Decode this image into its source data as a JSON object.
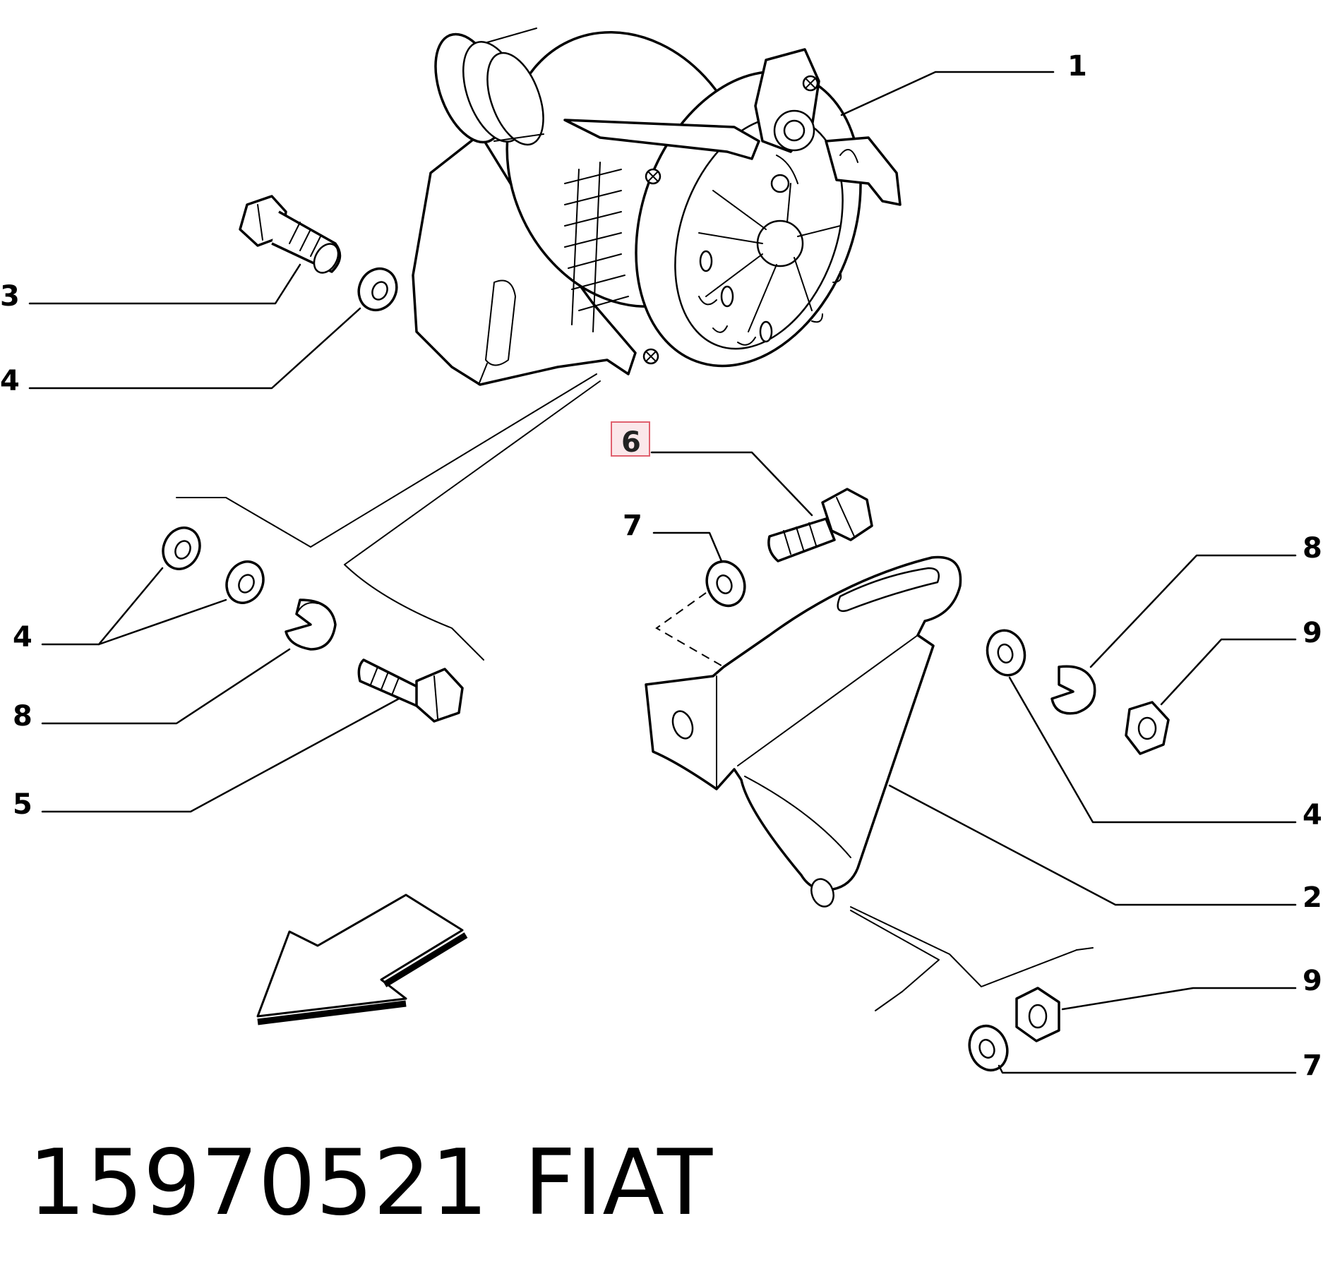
{
  "callouts": {
    "c1": "1",
    "c3": "3",
    "c4a": "4",
    "c6": "6",
    "c7a": "7",
    "c4b": "4",
    "c8a": "8",
    "c5": "5",
    "c8b": "8",
    "c9a": "9",
    "c4c": "4",
    "c2": "2",
    "c9b": "9",
    "c7b": "7"
  },
  "highlight": {
    "callout": "6",
    "fill": "#fbe7ea",
    "stroke": "#e0606e"
  },
  "footer": {
    "part_number": "15970521",
    "brand": "FIAT"
  },
  "colors": {
    "line": "#000000",
    "background": "#ffffff"
  }
}
